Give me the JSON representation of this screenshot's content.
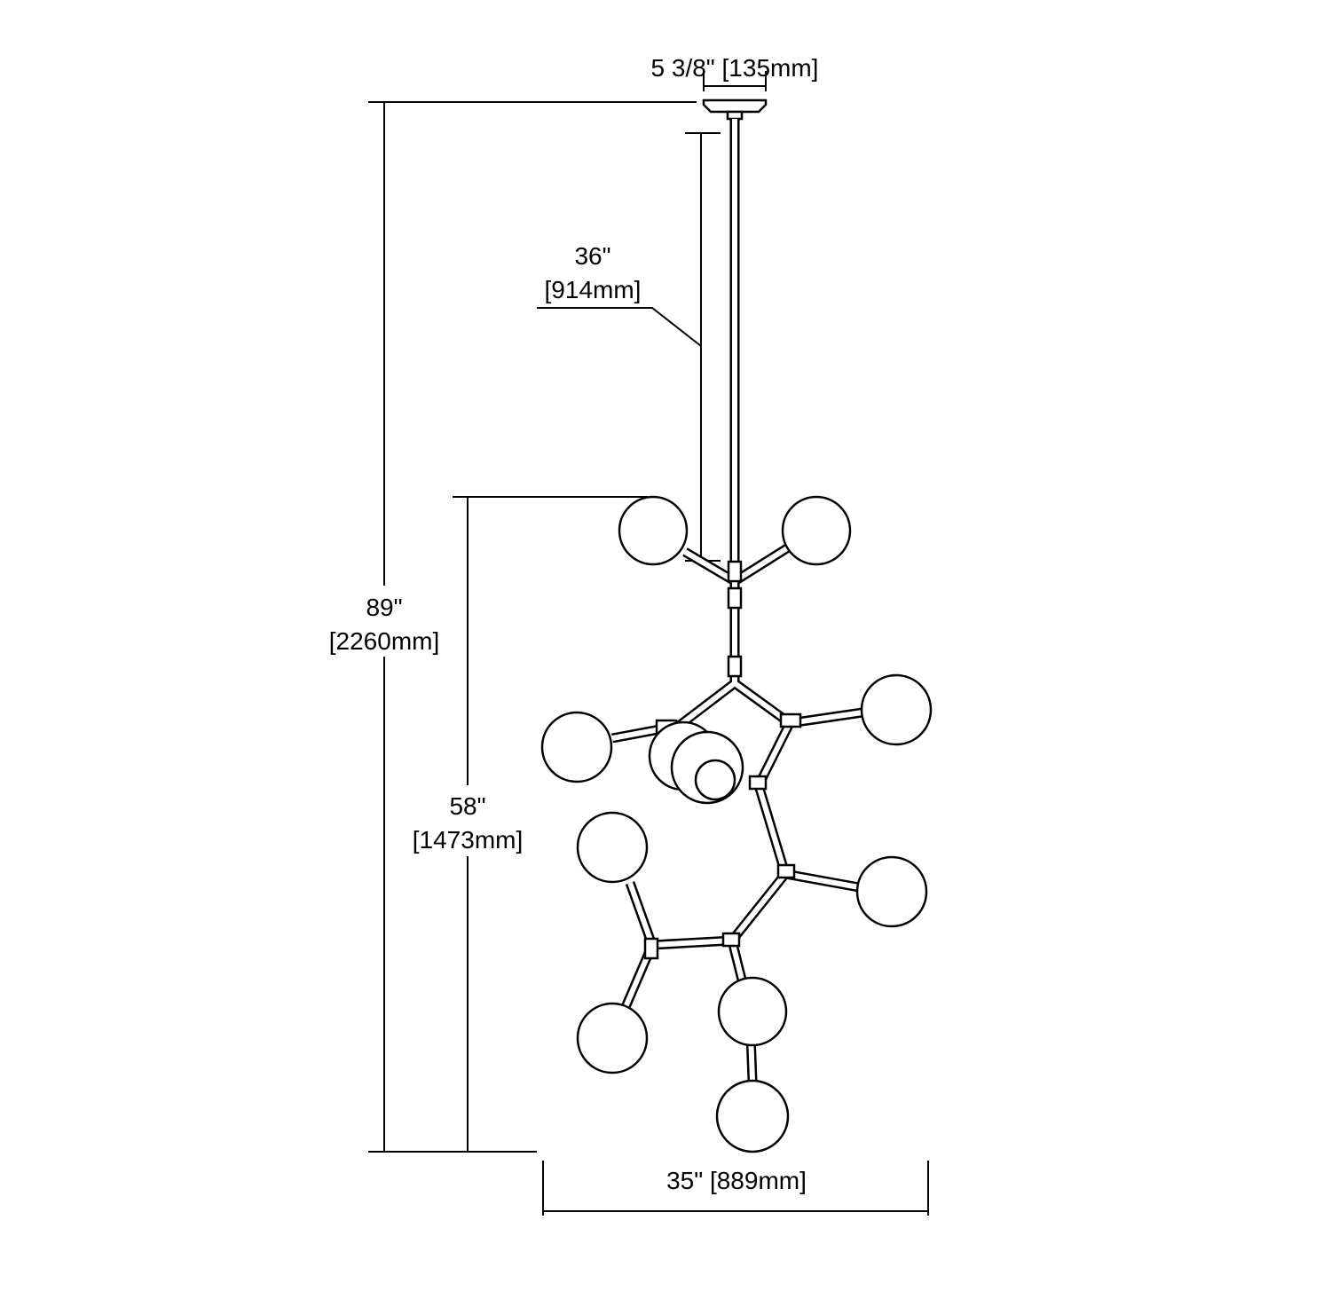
{
  "dimensions": {
    "canopy_width": "5 3/8\" [135mm]",
    "rod_length_in": "36\"",
    "rod_length_mm": "[914mm]",
    "overall_height_in": "89\"",
    "overall_height_mm": "[2260mm]",
    "fixture_height_in": "58\"",
    "fixture_height_mm": "[1473mm]",
    "fixture_width": "35\" [889mm]"
  }
}
